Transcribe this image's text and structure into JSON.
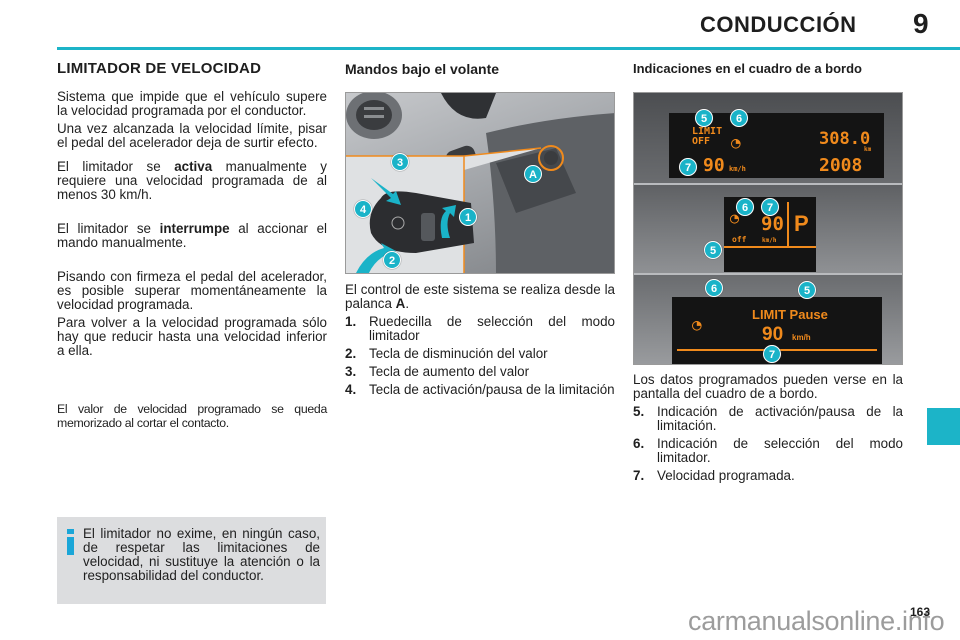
{
  "header": {
    "chapter_title": "CONDUCCIÓN",
    "chapter_number": "9",
    "accent_color": "#1cb4c8"
  },
  "col1": {
    "title": "LIMITADOR DE VELOCIDAD",
    "p1": "Sistema que impide que el vehículo supere la velocidad programada por el conductor.",
    "p2": "Una vez alcanzada la velocidad límite, pisar el pedal del acelerador deja de surtir efecto.",
    "p3_pre": "El limitador se ",
    "p3_bold": "activa",
    "p3_post": " manualmente y requiere una velocidad programada de al menos 30 km/h.",
    "p4_pre": "El limitador se ",
    "p4_bold": "interrumpe",
    "p4_post": " al accionar el mando manualmente.",
    "p5": "Pisando con firmeza el pedal del acelerador, es posible superar momentáneamente la velocidad programada.",
    "p6": "Para volver a la velocidad programada sólo hay que reducir hasta una velocidad inferior a ella.",
    "p7": "El valor de velocidad programado se queda memorizado al cortar el contacto."
  },
  "info_box": {
    "icon": "info-icon",
    "text": "El limitador no exime, en ningún caso, de respetar las limitaciones de velocidad, ni sustituye la atención o la responsabilidad del conductor."
  },
  "col2": {
    "title": "Mandos bajo el volante",
    "image_labels": [
      "3",
      "4",
      "1",
      "2",
      "A"
    ],
    "intro_pre": "El control de este sistema se realiza desde la palanca ",
    "intro_bold": "A",
    "intro_post": ".",
    "items": [
      {
        "num": "1.",
        "text": "Ruedecilla de selección del modo limitador"
      },
      {
        "num": "2.",
        "text": "Tecla de disminución del valor"
      },
      {
        "num": "3.",
        "text": "Tecla de aumento del valor"
      },
      {
        "num": "4.",
        "text": "Tecla de activación/pausa de la limitación"
      }
    ]
  },
  "col3": {
    "title": "Indicaciones en el cuadro de a bordo",
    "cluster1": {
      "limit": "LIMIT",
      "off": "OFF",
      "speed": "90",
      "unit": "km/h",
      "odo1": "308.0",
      "odo_unit": "km",
      "odo2": "2008",
      "labels": [
        "5",
        "6",
        "7"
      ]
    },
    "cluster2": {
      "off": "off",
      "speed": "90",
      "unit": "km/h",
      "gear": "P",
      "labels": [
        "6",
        "7",
        "5"
      ]
    },
    "cluster3": {
      "status": "LIMIT Pause",
      "speed": "90",
      "unit": "km/h",
      "labels": [
        "6",
        "5",
        "7"
      ]
    },
    "intro": "Los datos programados pueden verse en la pantalla del cuadro de a bordo.",
    "items": [
      {
        "num": "5.",
        "text": "Indicación de activación/pausa de la limitación."
      },
      {
        "num": "6.",
        "text": "Indicación de selección del modo limitador."
      },
      {
        "num": "7.",
        "text": "Velocidad programada."
      }
    ]
  },
  "footer": {
    "page_number": "163",
    "watermark": "carmanualsonline.info"
  }
}
